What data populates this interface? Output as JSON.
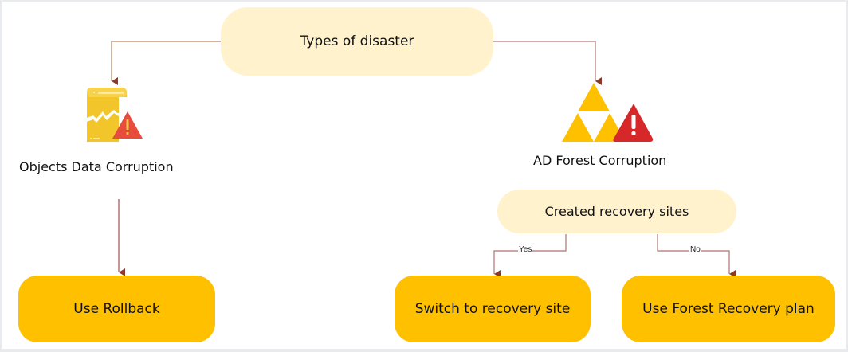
{
  "diagram": {
    "root": {
      "label": "Types of disaster"
    },
    "branches": [
      {
        "label": "Objects Data Corruption",
        "icon": "corrupted-document-warning-icon",
        "action": "Use Rollback"
      },
      {
        "label": "AD Forest Corruption",
        "icon": "forest-triangles-warning-icon"
      }
    ],
    "decision": {
      "label": "Created recovery sites"
    },
    "outcomes": [
      {
        "edge": "Yes",
        "label": "Switch to recovery site"
      },
      {
        "edge": "No",
        "label": "Use Forest Recovery plan"
      }
    ]
  },
  "colors": {
    "pale_node": "#fff2cc",
    "gold_node": "#ffc000",
    "connector": "#b8867a",
    "arrowhead": "#8b3a2a",
    "warning_red": "#e74c3c"
  }
}
